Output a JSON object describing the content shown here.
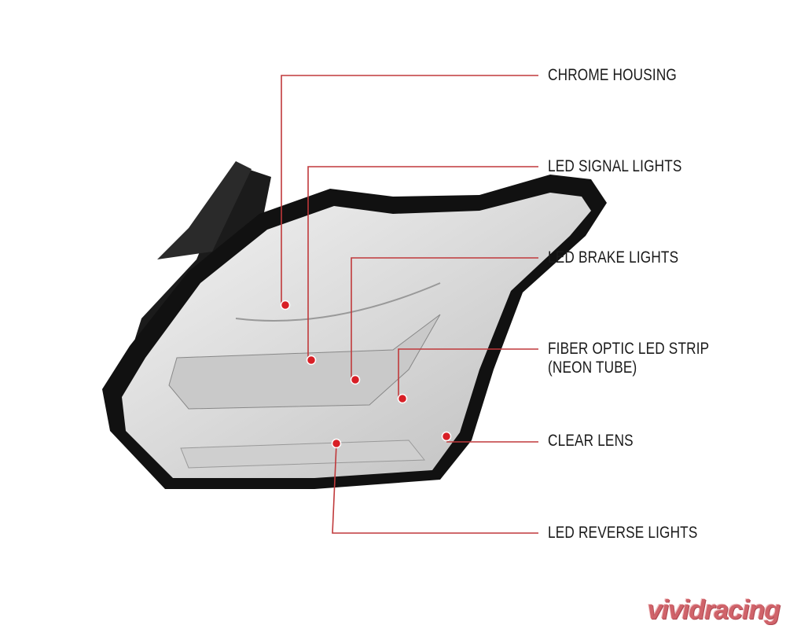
{
  "labels": {
    "chrome_housing": "CHROME HOUSING",
    "led_signal": "LED SIGNAL LIGHTS",
    "led_brake": "LED BRAKE LIGHTS",
    "fiber_optic_1": "FIBER OPTIC LED STRIP",
    "fiber_optic_2": "(NEON TUBE)",
    "clear_lens": "CLEAR LENS",
    "led_reverse": "LED REVERSE LIGHTS"
  },
  "logo": "vividracing",
  "colors": {
    "callout": "#c0392b",
    "dot": "#d81f26",
    "housing": "#111111"
  }
}
